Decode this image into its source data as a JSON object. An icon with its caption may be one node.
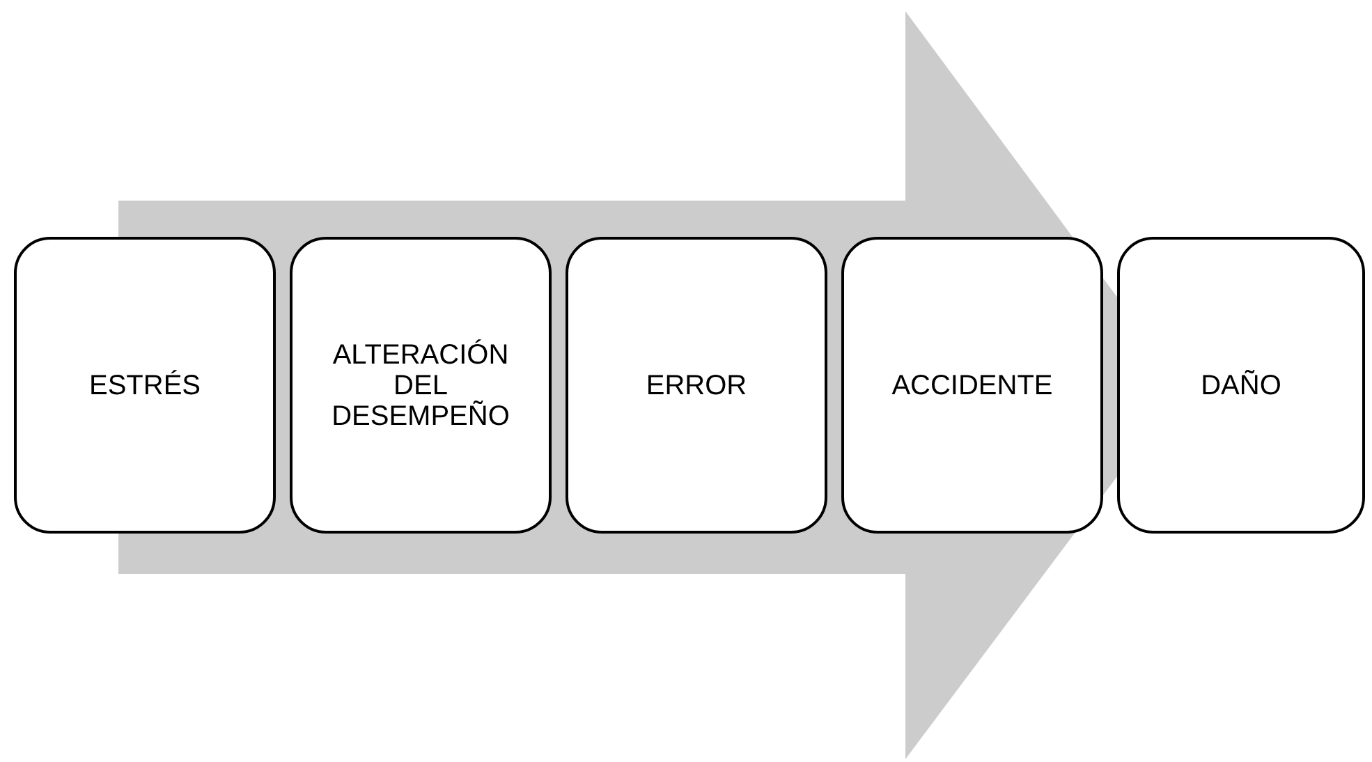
{
  "diagram": {
    "nodes": [
      {
        "text": [
          "ESTRÉS"
        ]
      },
      {
        "text": [
          "ALTERACIÓN DEL DESEMPEÑO"
        ]
      },
      {
        "text": [
          "ERROR"
        ]
      },
      {
        "text": [
          "ACCIDENTE"
        ]
      },
      {
        "text": [
          "DAÑO"
        ]
      }
    ],
    "edges": [
      {
        "from": 0,
        "to": 4,
        "arrow": "to",
        "style": "thick",
        "color": "#cccccc"
      }
    ]
  }
}
